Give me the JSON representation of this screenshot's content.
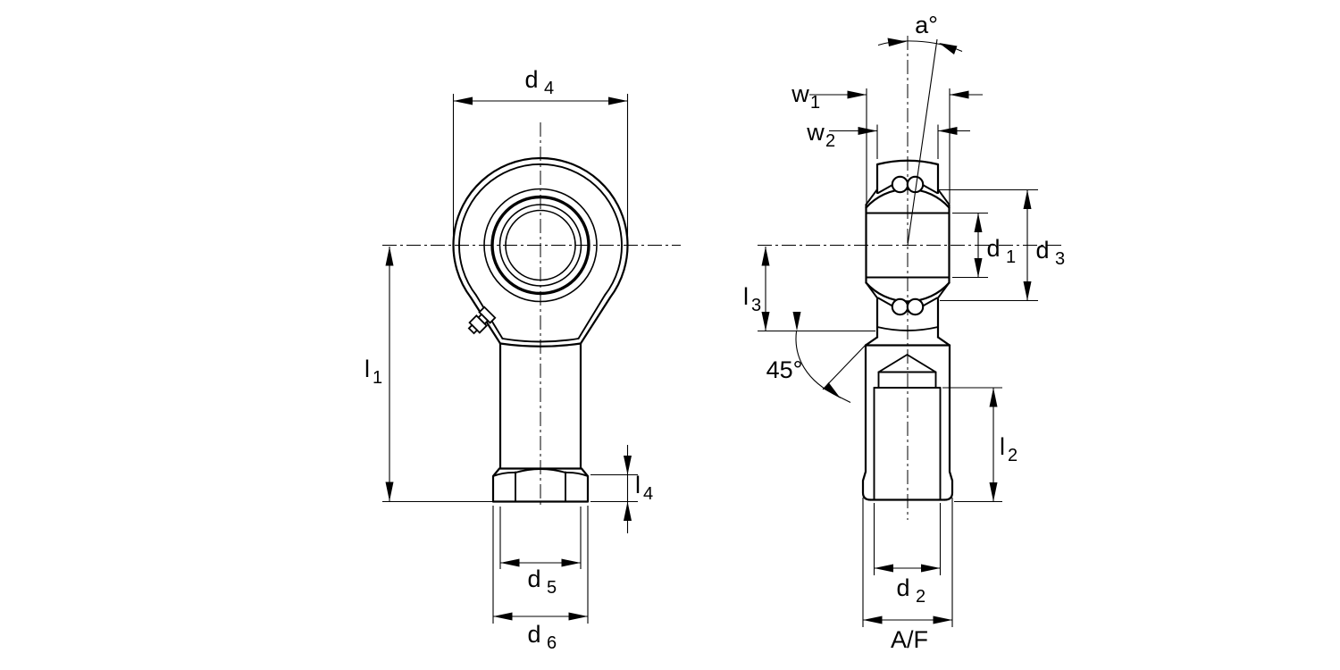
{
  "drawing": {
    "background_color": "#ffffff",
    "line_color": "#000000",
    "views": {
      "front_view_dimensions": [
        "d4",
        "l1",
        "d5",
        "d6",
        "l4"
      ],
      "side_view_dimensions": [
        "a°",
        "w1",
        "w2",
        "d1",
        "d3",
        "l3",
        "45°",
        "l2",
        "d2",
        "A/F"
      ]
    }
  },
  "labels": {
    "d4": {
      "main": "d",
      "sub": "4"
    },
    "l1": {
      "main": "l",
      "sub": "1"
    },
    "d5": {
      "main": "d",
      "sub": "5"
    },
    "d6": {
      "main": "d",
      "sub": "6"
    },
    "l4": {
      "main": "l",
      "sub": "4"
    },
    "a": {
      "main": "a°"
    },
    "w1": {
      "main": "w",
      "sub": "1"
    },
    "w2": {
      "main": "w",
      "sub": "2"
    },
    "d1": {
      "main": "d",
      "sub": "1"
    },
    "d3": {
      "main": "d",
      "sub": "3"
    },
    "l3": {
      "main": "l",
      "sub": "3"
    },
    "angle45": {
      "main": "45°"
    },
    "l2": {
      "main": "l",
      "sub": "2"
    },
    "d2": {
      "main": "d",
      "sub": "2"
    },
    "af": {
      "main": "A/F"
    }
  }
}
